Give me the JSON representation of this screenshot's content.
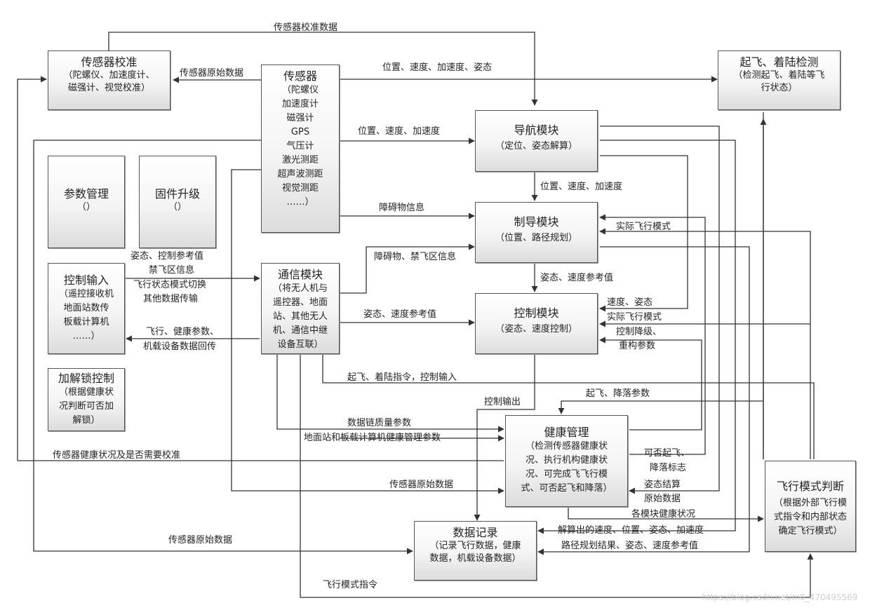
{
  "colors": {
    "line": "#333333",
    "box_border": "#555555",
    "watermark": "#cfcfcf"
  },
  "boxes": {
    "sensor_calib": {
      "title": "传感器校准",
      "desc": "（陀螺仪、加速度计、\n磁强计、视觉校准）"
    },
    "sensors": {
      "title": "传感器",
      "desc": "（陀螺仪\n加速度计\n磁强计\nGPS\n气压计\n激光测距\n超声波测距\n视觉测距\n……）"
    },
    "takeoff_detect": {
      "title": "起飞、着陆检测",
      "desc": "（检测起飞、着陆等飞\n行状态）"
    },
    "navigation": {
      "title": "导航模块",
      "desc": "（定位、姿态解算）"
    },
    "param_mgmt": {
      "title": "参数管理",
      "desc": "（）"
    },
    "firmware": {
      "title": "固件升级",
      "desc": "（）"
    },
    "guidance": {
      "title": "制导模块",
      "desc": "（位置、路径规划）"
    },
    "control_input": {
      "title": "控制输入",
      "desc": "（遥控接收机\n地面站数传\n板载计算机\n……）"
    },
    "comm": {
      "title": "通信模块",
      "desc": "（将无人机与\n遥控器、地面\n站、其他无人\n机、通信中继\n设备互联）"
    },
    "control": {
      "title": "控制模块",
      "desc": "（姿态、速度控制）"
    },
    "arm": {
      "title": "加解锁控制",
      "desc": "（根据健康状\n况判断可否加\n解锁）"
    },
    "health": {
      "title": "健康管理",
      "desc": "（检测传感器健康状\n况、执行机构健康状\n况、可完成飞飞行模\n式、可否起飞和降落）"
    },
    "flight_mode": {
      "title": "飞行模式判断",
      "desc": "（根据外部飞行模\n式指令和内部状态\n确定飞行模式）"
    },
    "data_log": {
      "title": "数据记录",
      "desc": "（记录飞行数据，健康\n数据，机载设备数据）"
    }
  },
  "labels": {
    "l1": "传感器校准数据",
    "l2": "传感器原始数据",
    "l3": "位置、速度、加速度、姿态",
    "l4": "位置、速度、加速度",
    "l5": "位置、速度、加速度",
    "l6": "障碍物信息",
    "l7": "实际飞行模式",
    "l8": "姿态、控制参考值",
    "l9": "禁飞区信息",
    "l10": "飞行状态模式切换",
    "l11": "其他数据传输",
    "l12": "障碍物、禁飞区信息",
    "l13": "姿态、速度参考值",
    "l14": "速度、姿态",
    "l15": "姿态、速度参考值",
    "l16": "实际飞行模式",
    "l17": "控制降级、",
    "l18": "重构参数",
    "l19": "飞行、健康参数、",
    "l20": "机载设备数据回传",
    "l21": "起飞、着陆指令，控制输入",
    "l22": "起飞、降落参数",
    "l23": "控制输出",
    "l24": "数据链质量参数",
    "l25": "地面站和板载计算机健康管理参数",
    "l26": "传感器健康状况及是否需要校准",
    "l27": "可否起飞、",
    "l28": "降落标志",
    "l29": "传感器原始数据",
    "l30": "姿态结算",
    "l31": "原始数据",
    "l32": "各模块健康状况",
    "l33": "解算出的速度、位置、姿态、加速度",
    "l34": "传感器原始数据",
    "l35": "路径规划结果、姿态、速度参考值",
    "l36": "飞行模式指令"
  },
  "watermark": "https://blog.csdn.net/m0_470495569"
}
